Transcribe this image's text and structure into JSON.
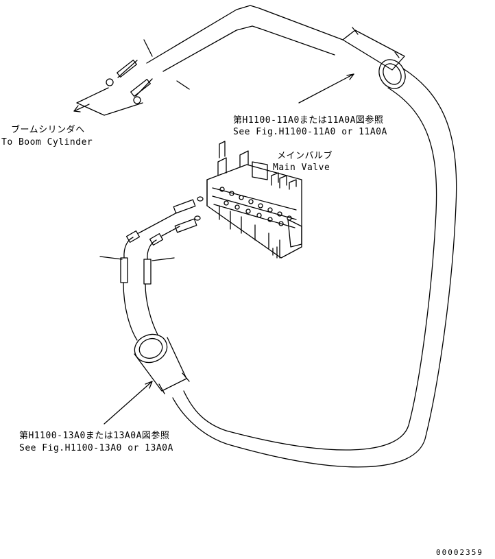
{
  "callouts": {
    "boom_cylinder": {
      "jp": "ブームシリンダへ",
      "en": "To Boom Cylinder"
    },
    "ref_upper": {
      "jp": "第H1100-11A0または11A0A図参照",
      "en": "See Fig.H1100-11A0 or 11A0A"
    },
    "main_valve": {
      "jp": "メインバルブ",
      "en": "Main Valve"
    },
    "ref_lower": {
      "jp": "第H1100-13A0または13A0A図参照",
      "en": "See Fig.H1100-13A0 or 13A0A"
    }
  },
  "drawing_number": "00002359"
}
